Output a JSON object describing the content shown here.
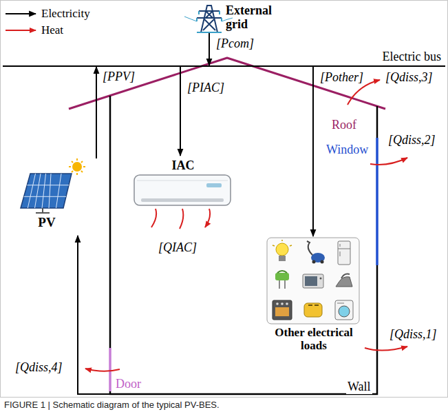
{
  "diagram": {
    "caption": "FIGURE 1 | Schematic diagram of the typical PV-BES.",
    "nodes": [
      {
        "text": [
          "External grid"
        ]
      },
      {
        "text": [
          "Electric bus"
        ]
      },
      {
        "text": [
          "PV"
        ]
      },
      {
        "text": [
          "IAC"
        ]
      },
      {
        "text": [
          "Other electrical loads"
        ]
      }
    ],
    "edges": [
      {
        "from": 0,
        "to": 1,
        "arrow": "to",
        "label": "[Pcom]"
      },
      {
        "from": 2,
        "to": 1,
        "arrow": "to",
        "label": "[PPV]"
      },
      {
        "from": 1,
        "to": 3,
        "arrow": "to",
        "label": "[PIAC]"
      },
      {
        "from": 1,
        "to": 4,
        "arrow": "to",
        "label": "[Pother]"
      }
    ],
    "labels": [
      "[QIAC]",
      "Roof",
      "[Qdiss,3]",
      "Window",
      "[Qdiss,2]",
      "[Qdiss,1]",
      "Wall",
      "Door",
      "[Qdiss,4]"
    ],
    "legend": [
      {
        "text": "Electricity"
      },
      {
        "text": "Heat"
      }
    ]
  }
}
